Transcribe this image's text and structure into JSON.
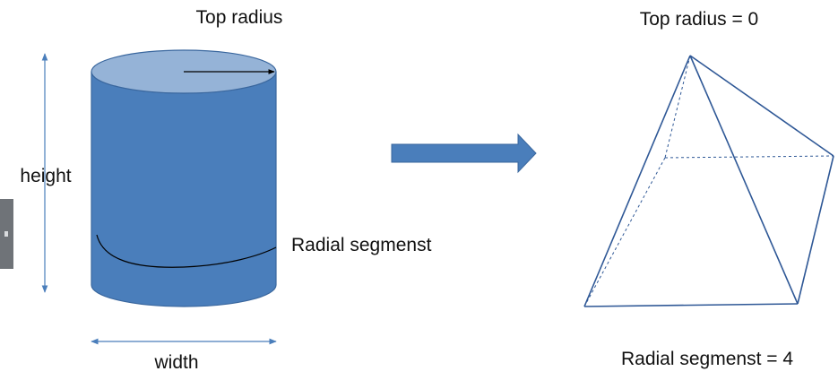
{
  "labels": {
    "top_radius": "Top radius",
    "height": "height",
    "radial_segments": "Radial segmenst",
    "width": "width",
    "top_radius_value": "Top radius = 0",
    "radial_segments_value": "Radial segmenst = 4"
  },
  "colors": {
    "cylinder_body": "#4a7ebb",
    "cylinder_top": "#95b3d7",
    "cylinder_outline": "#3a679e",
    "dimension_arrow": "#4a7ebb",
    "pyramid_lines": "#2f5896",
    "side_tab": "#6f7378"
  }
}
